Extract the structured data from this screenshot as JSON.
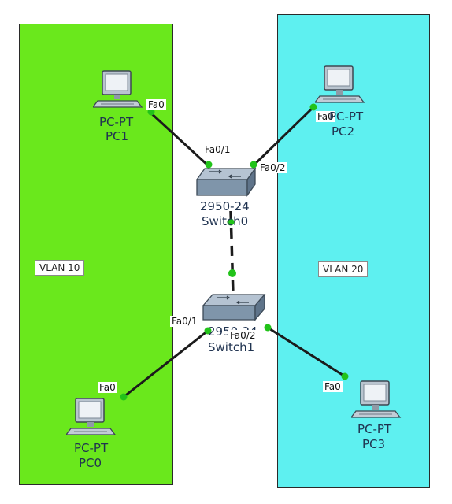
{
  "colors": {
    "vlan10": "#6ae81c",
    "vlan20": "#5ef0f0",
    "link": "#1b1b1b",
    "port_up": "#22c31a"
  },
  "vlans": [
    {
      "label": "VLAN 10"
    },
    {
      "label": "VLAN 20"
    }
  ],
  "pcs": {
    "pc1": {
      "model": "PC-PT",
      "name": "PC1",
      "port": "Fa0",
      "icon": "desktop-pc-icon"
    },
    "pc2": {
      "model": "PC-PT",
      "name": "PC2",
      "port": "Fa0",
      "icon": "desktop-pc-icon"
    },
    "pc0": {
      "model": "PC-PT",
      "name": "PC0",
      "port": "Fa0",
      "icon": "desktop-pc-icon"
    },
    "pc3": {
      "model": "PC-PT",
      "name": "PC3",
      "port": "Fa0",
      "icon": "desktop-pc-icon"
    }
  },
  "switches": {
    "switch0": {
      "model": "2950-24",
      "name": "Switch0",
      "port_a": "Fa0/1",
      "port_b": "Fa0/2",
      "icon": "switch-icon"
    },
    "switch1": {
      "model": "2950-24",
      "name": "Switch1",
      "port_a": "Fa0/1",
      "port_b": "Fa0/2",
      "icon": "switch-icon"
    }
  }
}
